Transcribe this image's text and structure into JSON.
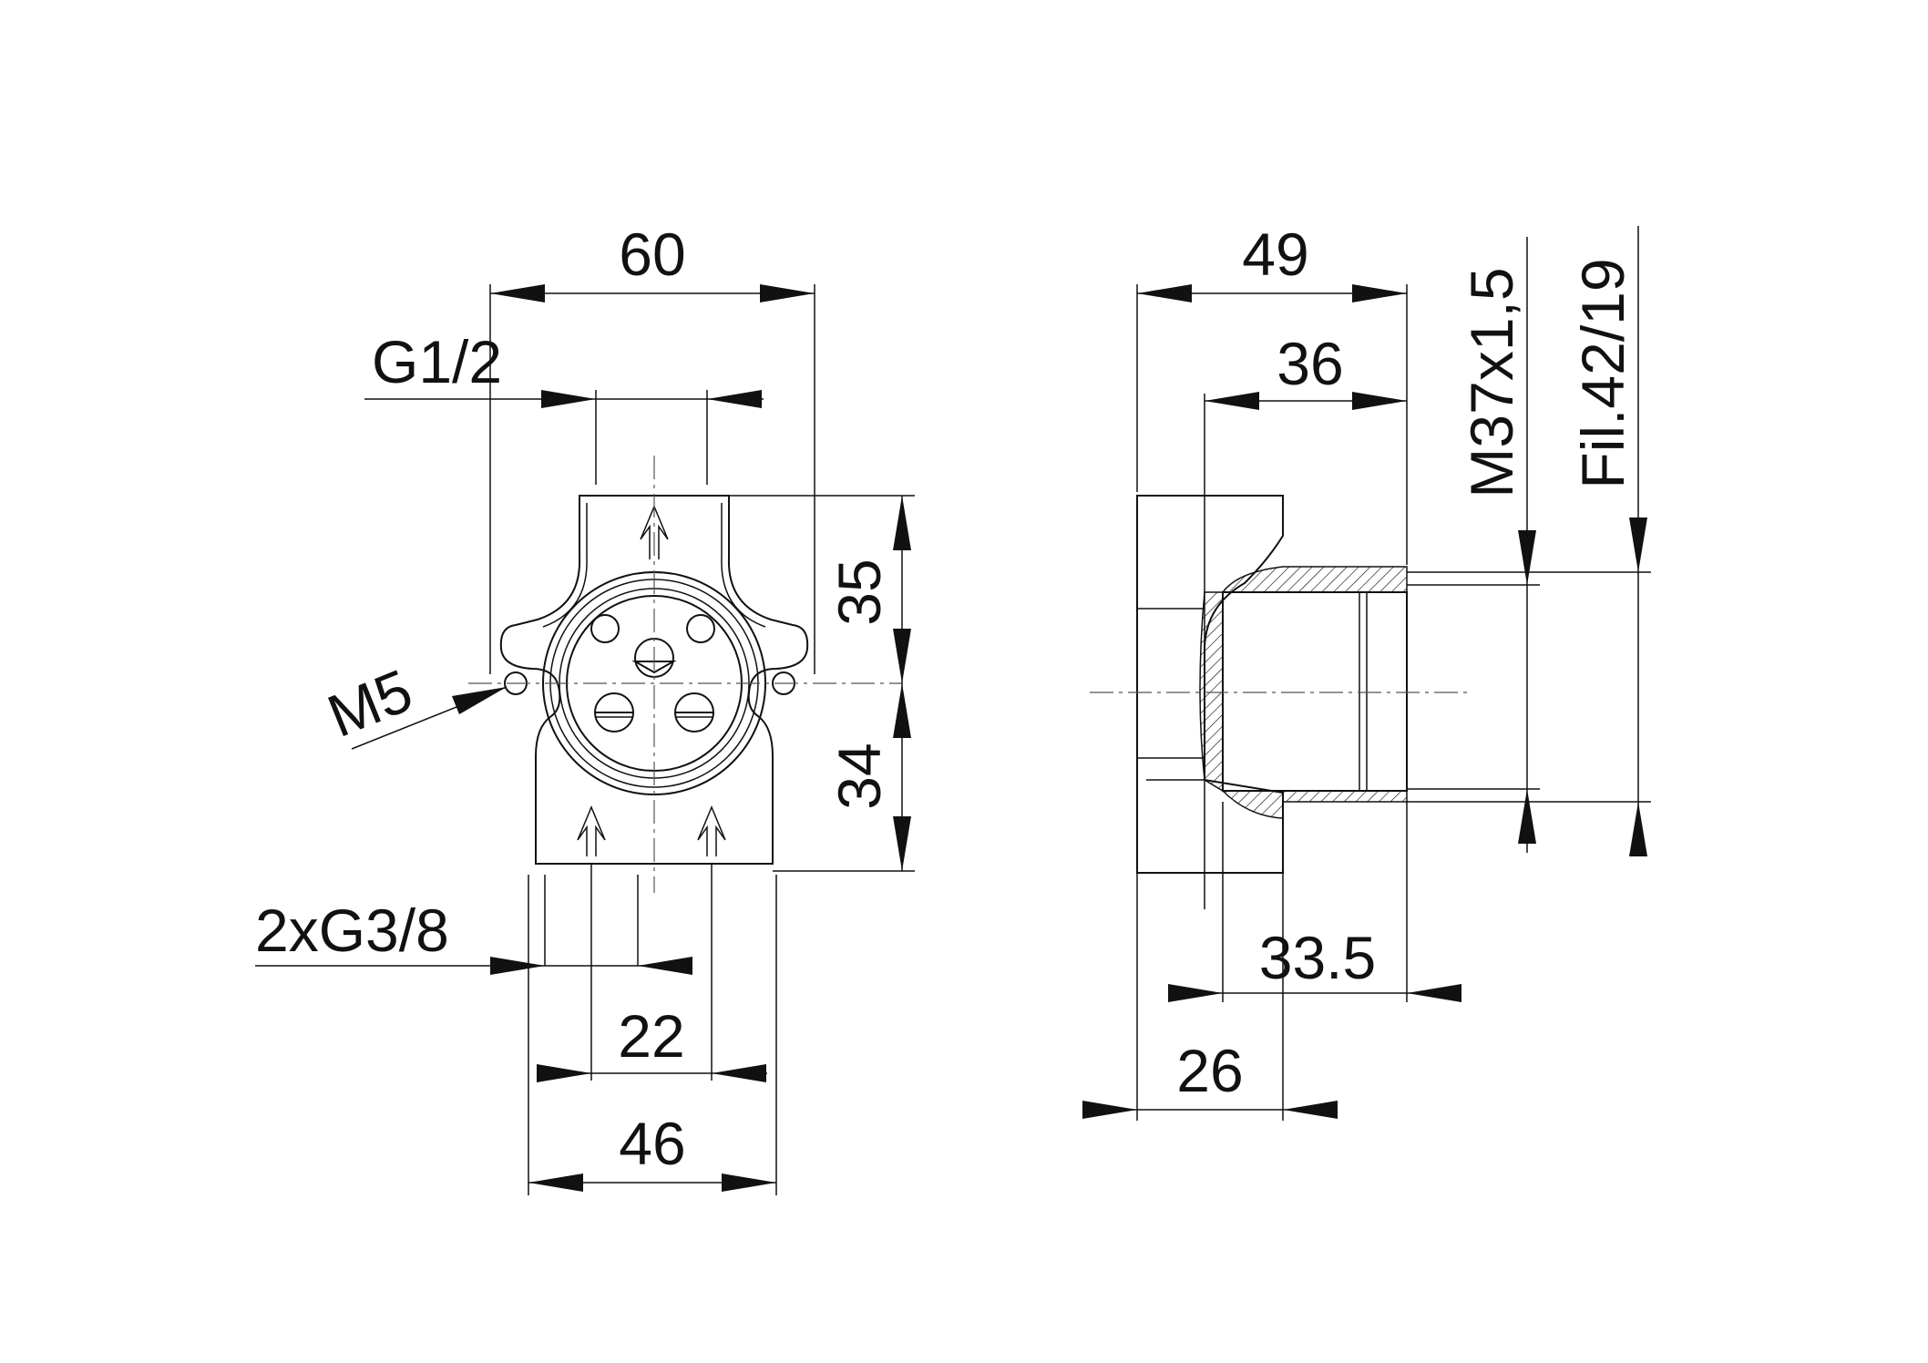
{
  "front_view": {
    "dims": {
      "width_total": "60",
      "inlet_top": "G1/2",
      "height_upper": "35",
      "height_lower": "34",
      "mount_thread": "M5",
      "inlet_bottom": "2xG3/8",
      "inlet_spacing": "22",
      "base_width": "46"
    }
  },
  "side_view": {
    "dims": {
      "depth_total": "49",
      "depth_to_thread": "36",
      "thread_outer": "M37x1,5",
      "thread_fil": "Fil.42/19",
      "thread_length": "33.5",
      "body_depth": "26"
    }
  }
}
